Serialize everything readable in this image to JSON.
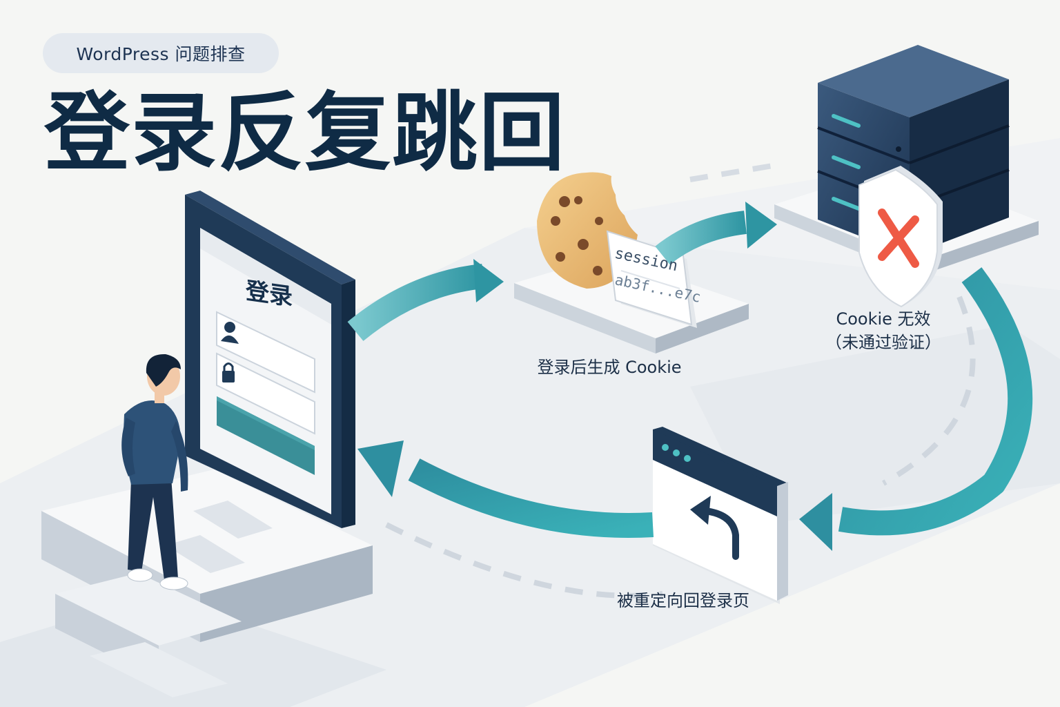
{
  "tag": "WordPress 问题排查",
  "title": "登录反复跳回",
  "login_form": {
    "title": "登录"
  },
  "cookie_token": {
    "key": "session",
    "value": "ab3f...e7c"
  },
  "steps": {
    "cookie_created": "登录后生成 Cookie",
    "cookie_invalid_line1": "Cookie 无效",
    "cookie_invalid_line2": "（未通过验证）",
    "redirected": "被重定向回登录页"
  },
  "icons": [
    "user-icon",
    "lock-icon",
    "cookie-icon",
    "server-icon",
    "shield-x-icon",
    "back-arrow-icon",
    "browser-window-icon"
  ],
  "colors": {
    "accent": "#3aa3ad",
    "navy": "#1f3a57",
    "error": "#ee5a45",
    "cookie": "#e8b36a"
  }
}
